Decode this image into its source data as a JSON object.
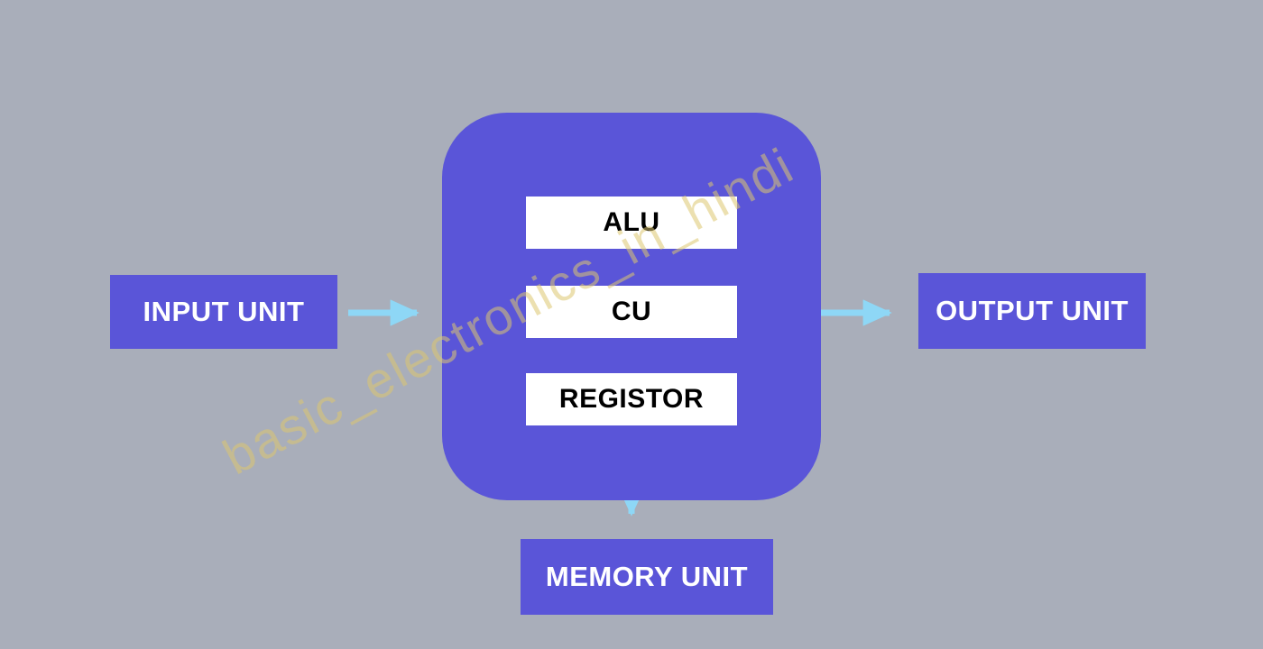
{
  "diagram": {
    "watermark": "basic_electronics_in_hindi",
    "cpu_block": {
      "components": [
        {
          "label": "ALU"
        },
        {
          "label": "CU"
        },
        {
          "label": "REGISTOR"
        }
      ]
    },
    "units": {
      "input": "INPUT UNIT",
      "output": "OUTPUT UNIT",
      "memory": "MEMORY UNIT"
    },
    "arrows": [
      {
        "name": "input-to-cpu",
        "direction": "right"
      },
      {
        "name": "cpu-to-output",
        "direction": "right"
      },
      {
        "name": "cpu-to-memory",
        "direction": "down"
      }
    ],
    "colors": {
      "background": "#a9aeba",
      "block_fill": "#5a55d8",
      "component_fill": "#ffffff",
      "component_text": "#000000",
      "unit_text": "#ffffff",
      "arrow": "#8ed7f6",
      "watermark": "#ddc770"
    }
  }
}
